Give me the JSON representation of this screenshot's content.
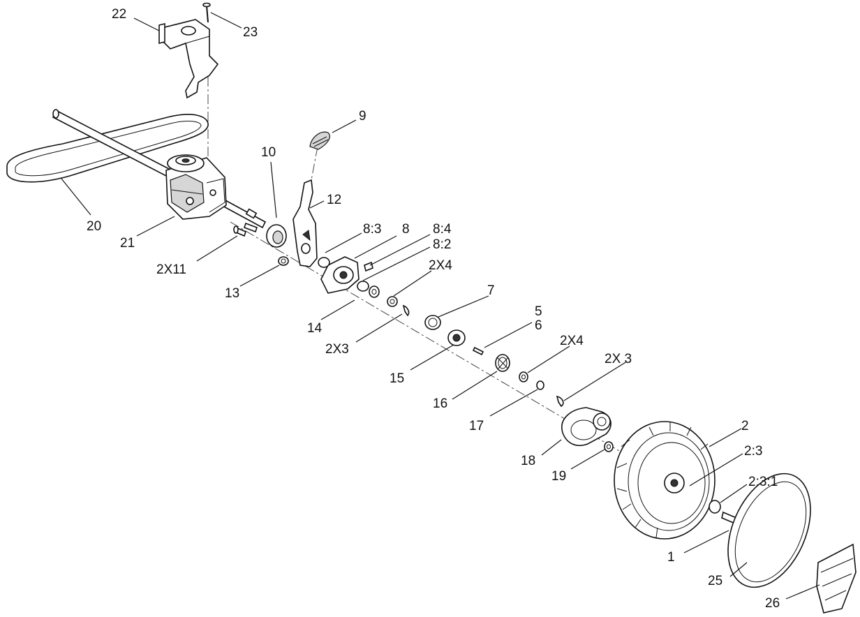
{
  "callouts": {
    "c1": "1",
    "c2": "2",
    "c2_3": "2:3",
    "c2_3_1": "2:3:1",
    "c2x3_a": "2X3",
    "c2x3_b": "2X 3",
    "c2x4_a": "2X4",
    "c2x4_b": "2X4",
    "c2x11": "2X11",
    "c5": "5",
    "c6": "6",
    "c7": "7",
    "c8": "8",
    "c8_2": "8:2",
    "c8_3": "8:3",
    "c8_4": "8:4",
    "c9": "9",
    "c10": "10",
    "c12": "12",
    "c13": "13",
    "c14": "14",
    "c15": "15",
    "c16": "16",
    "c17": "17",
    "c18": "18",
    "c19": "19",
    "c20": "20",
    "c21": "21",
    "c22": "22",
    "c23": "23",
    "c25": "25",
    "c26": "26"
  }
}
